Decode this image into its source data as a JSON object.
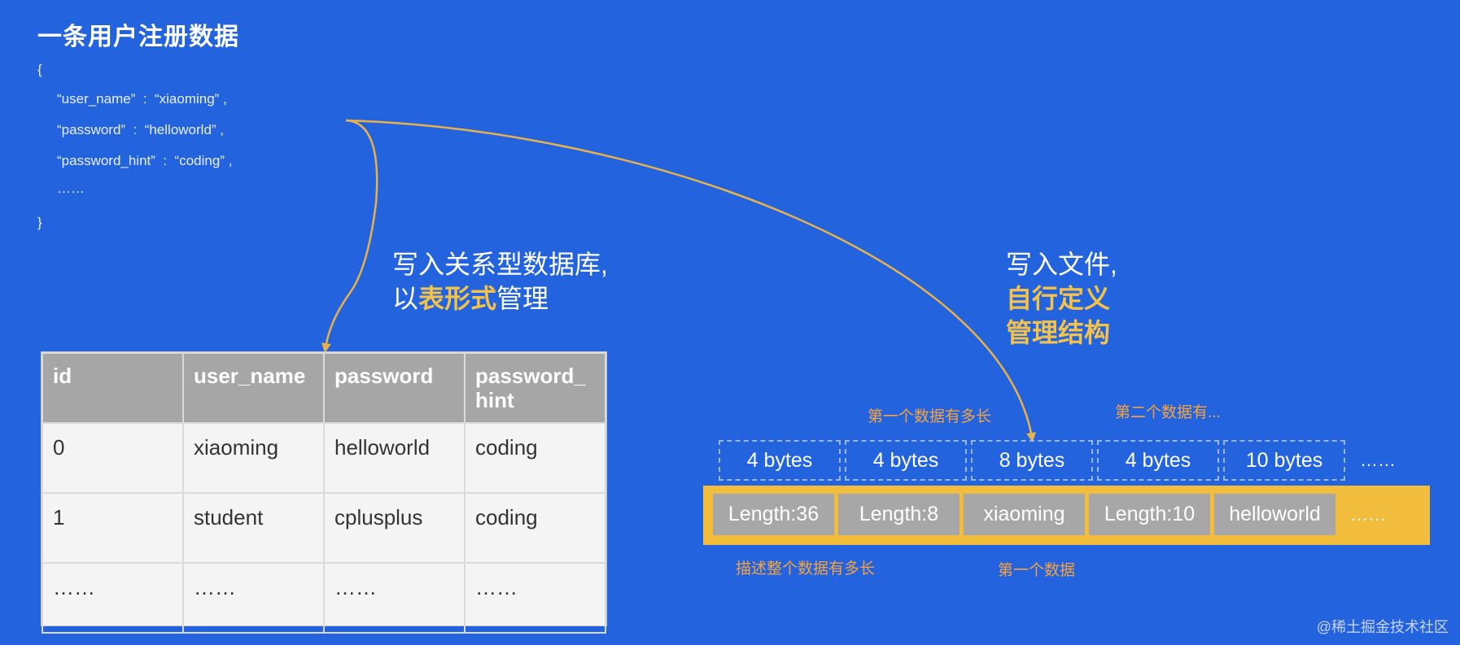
{
  "title": "一条用户注册数据",
  "code": {
    "open": "{",
    "lines": [
      "“user_name”  :  “xiaoming” ,",
      "“password”  :  “helloworld” ,",
      "“password_hint”  :  “coding” ,",
      "……"
    ],
    "close": "}"
  },
  "left_caption": {
    "line1": "写入关系型数据库,",
    "line2_pre": "以",
    "line2_hl": "表形式",
    "line2_post": "管理"
  },
  "right_caption": {
    "line1": "写入文件,",
    "line2": "自行定义",
    "line3": "管理结构"
  },
  "table": {
    "headers": [
      "id",
      "user_name",
      "password",
      "password_\nhint"
    ],
    "rows": [
      [
        "0",
        "xiaoming",
        "helloworld",
        "coding"
      ],
      [
        "1",
        "student",
        "cplusplus",
        "coding"
      ],
      [
        "……",
        "……",
        "……",
        "……"
      ]
    ]
  },
  "bytes": {
    "sizes": [
      "4 bytes",
      "4 bytes",
      "8 bytes",
      "4 bytes",
      "10 bytes"
    ],
    "sizes_ellipsis": "……",
    "cells": [
      "Length:36",
      "Length:8",
      "xiaoming",
      "Length:10",
      "helloworld"
    ],
    "cells_ellipsis": "……"
  },
  "annotations": {
    "first_len": "第一个数据有多长",
    "second_len": "第二个数据有...",
    "total_len": "描述整个数据有多长",
    "first_data": "第一个数据"
  },
  "colors": {
    "background": "#2363de",
    "highlight": "#f3c24a",
    "annotation": "#f6a33e",
    "arrow": "#e7b24c",
    "strip": "#f2bc3c"
  },
  "watermark": "@稀土掘金技术社区"
}
